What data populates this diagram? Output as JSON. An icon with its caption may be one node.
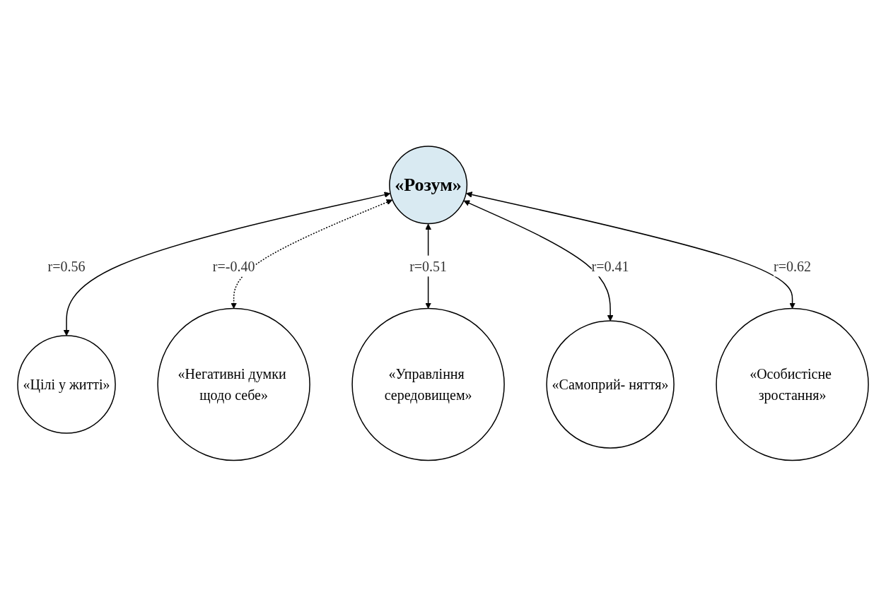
{
  "diagram": {
    "nodes": [
      {
        "text": [
          "«Розум»"
        ]
      },
      {
        "text": [
          "«Цілі у житті»"
        ]
      },
      {
        "text": [
          "«Негативні думки щодо себе»"
        ]
      },
      {
        "text": [
          "«Управління середовищем»"
        ]
      },
      {
        "text": [
          "«Самоприй- няття»"
        ]
      },
      {
        "text": [
          "«Особистісне зростання»"
        ]
      }
    ],
    "edges": [
      {
        "from": 0,
        "to": 1,
        "arrow": "both",
        "label": "r=0.56"
      },
      {
        "from": 0,
        "to": 2,
        "arrow": "both",
        "label": "r=-0.40",
        "style": "dashed"
      },
      {
        "from": 0,
        "to": 3,
        "arrow": "both",
        "label": "r=0.51"
      },
      {
        "from": 0,
        "to": 4,
        "arrow": "both",
        "label": "r=0.41"
      },
      {
        "from": 0,
        "to": 5,
        "arrow": "both",
        "label": "r=0.62"
      }
    ]
  }
}
